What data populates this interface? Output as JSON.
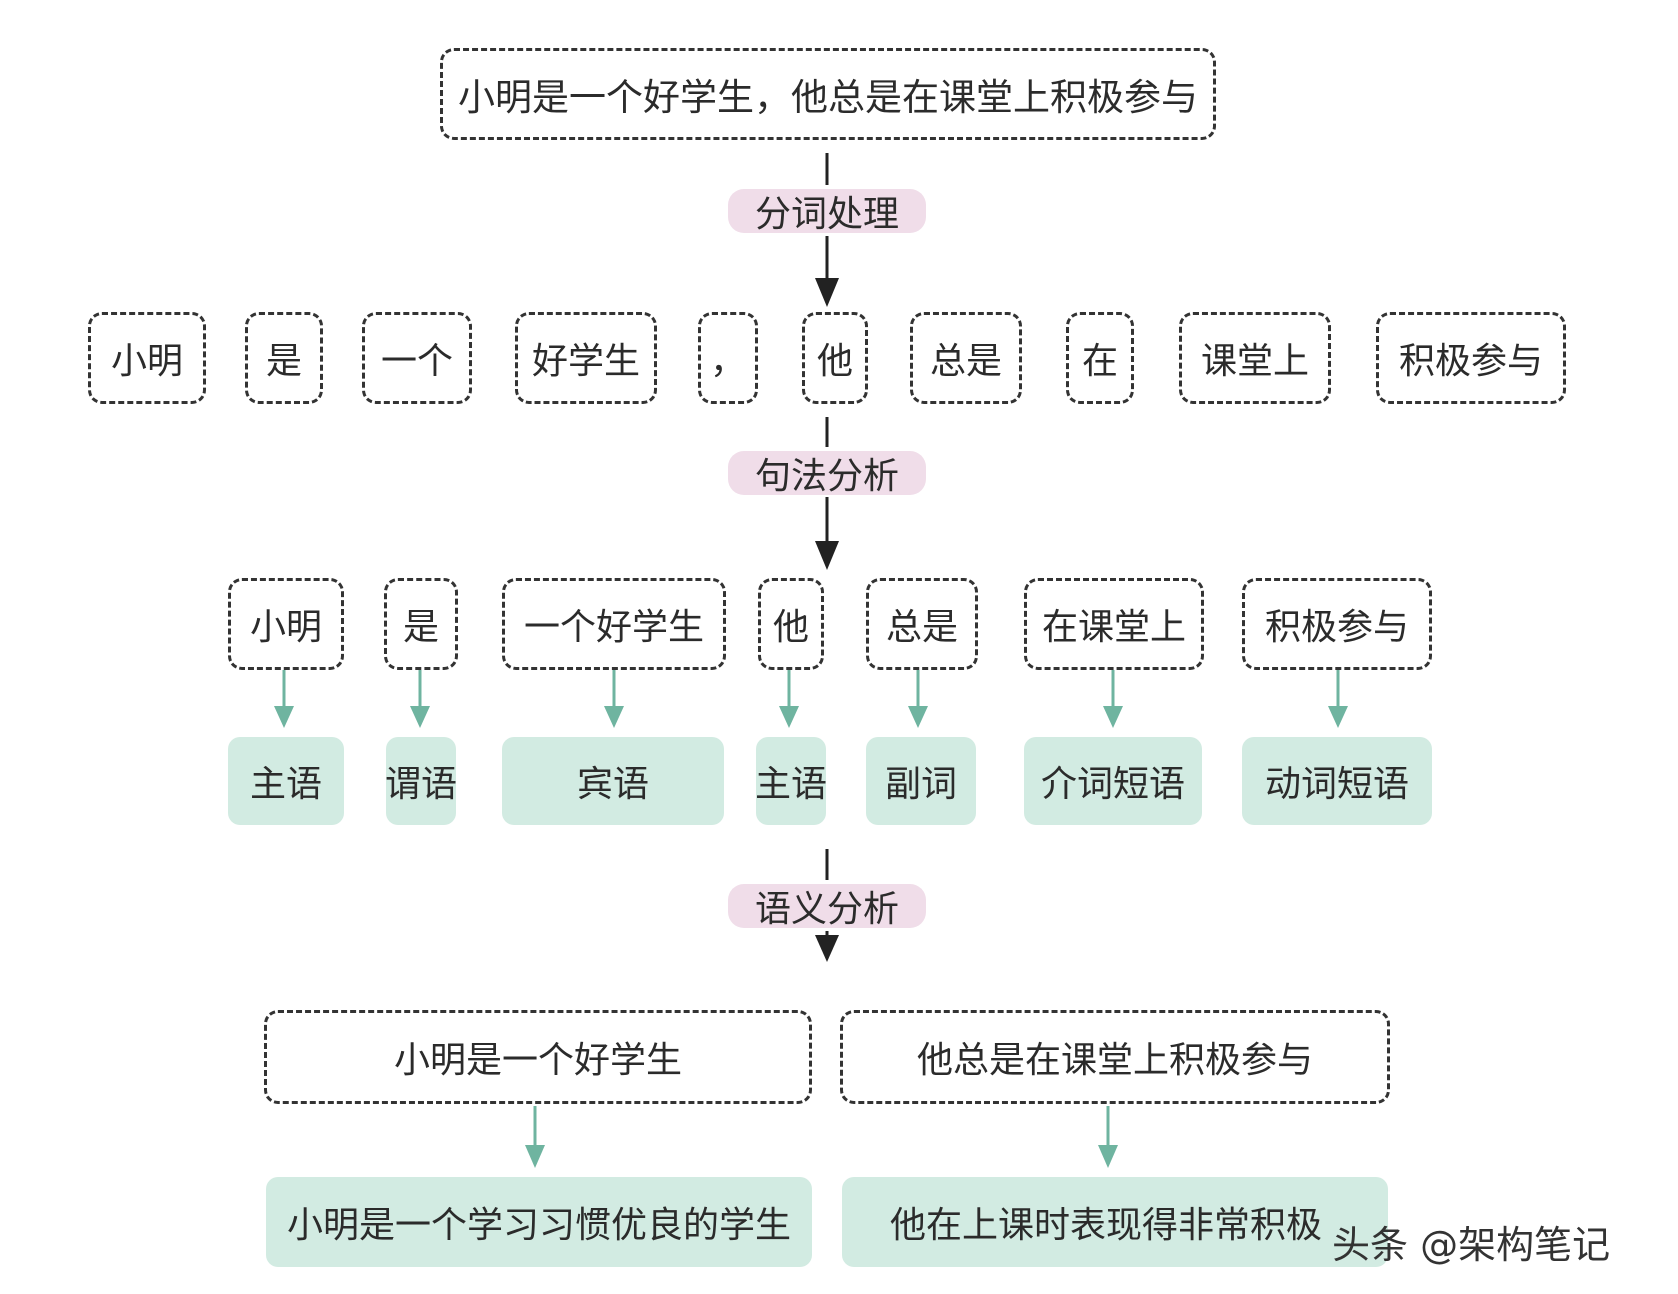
{
  "sentence": "小明是一个好学生，他总是在课堂上积极参与",
  "steps": {
    "tokenize": "分词处理",
    "syntax": "句法分析",
    "semantic": "语义分析"
  },
  "tokens": [
    "小明",
    "是",
    "一个",
    "好学生",
    "，",
    "他",
    "总是",
    "在",
    "课堂上",
    "积极参与"
  ],
  "phrases": [
    {
      "text": "小明",
      "role": "主语"
    },
    {
      "text": "是",
      "role": "谓语"
    },
    {
      "text": "一个好学生",
      "role": "宾语"
    },
    {
      "text": "他",
      "role": "主语"
    },
    {
      "text": "总是",
      "role": "副词"
    },
    {
      "text": "在课堂上",
      "role": "介词短语"
    },
    {
      "text": "积极参与",
      "role": "动词短语"
    }
  ],
  "clauses": [
    {
      "text": "小明是一个好学生",
      "meaning": "小明是一个学习习惯优良的学生"
    },
    {
      "text": "他总是在课堂上积极参与",
      "meaning": "他在上课时表现得非常积极"
    }
  ],
  "watermark": "头条 @架构笔记",
  "colors": {
    "arrow_main": "#222222",
    "arrow_semantic": "#6fb4a0",
    "role_fill": "#d2ebe2",
    "step_fill": "#f0dde9"
  }
}
